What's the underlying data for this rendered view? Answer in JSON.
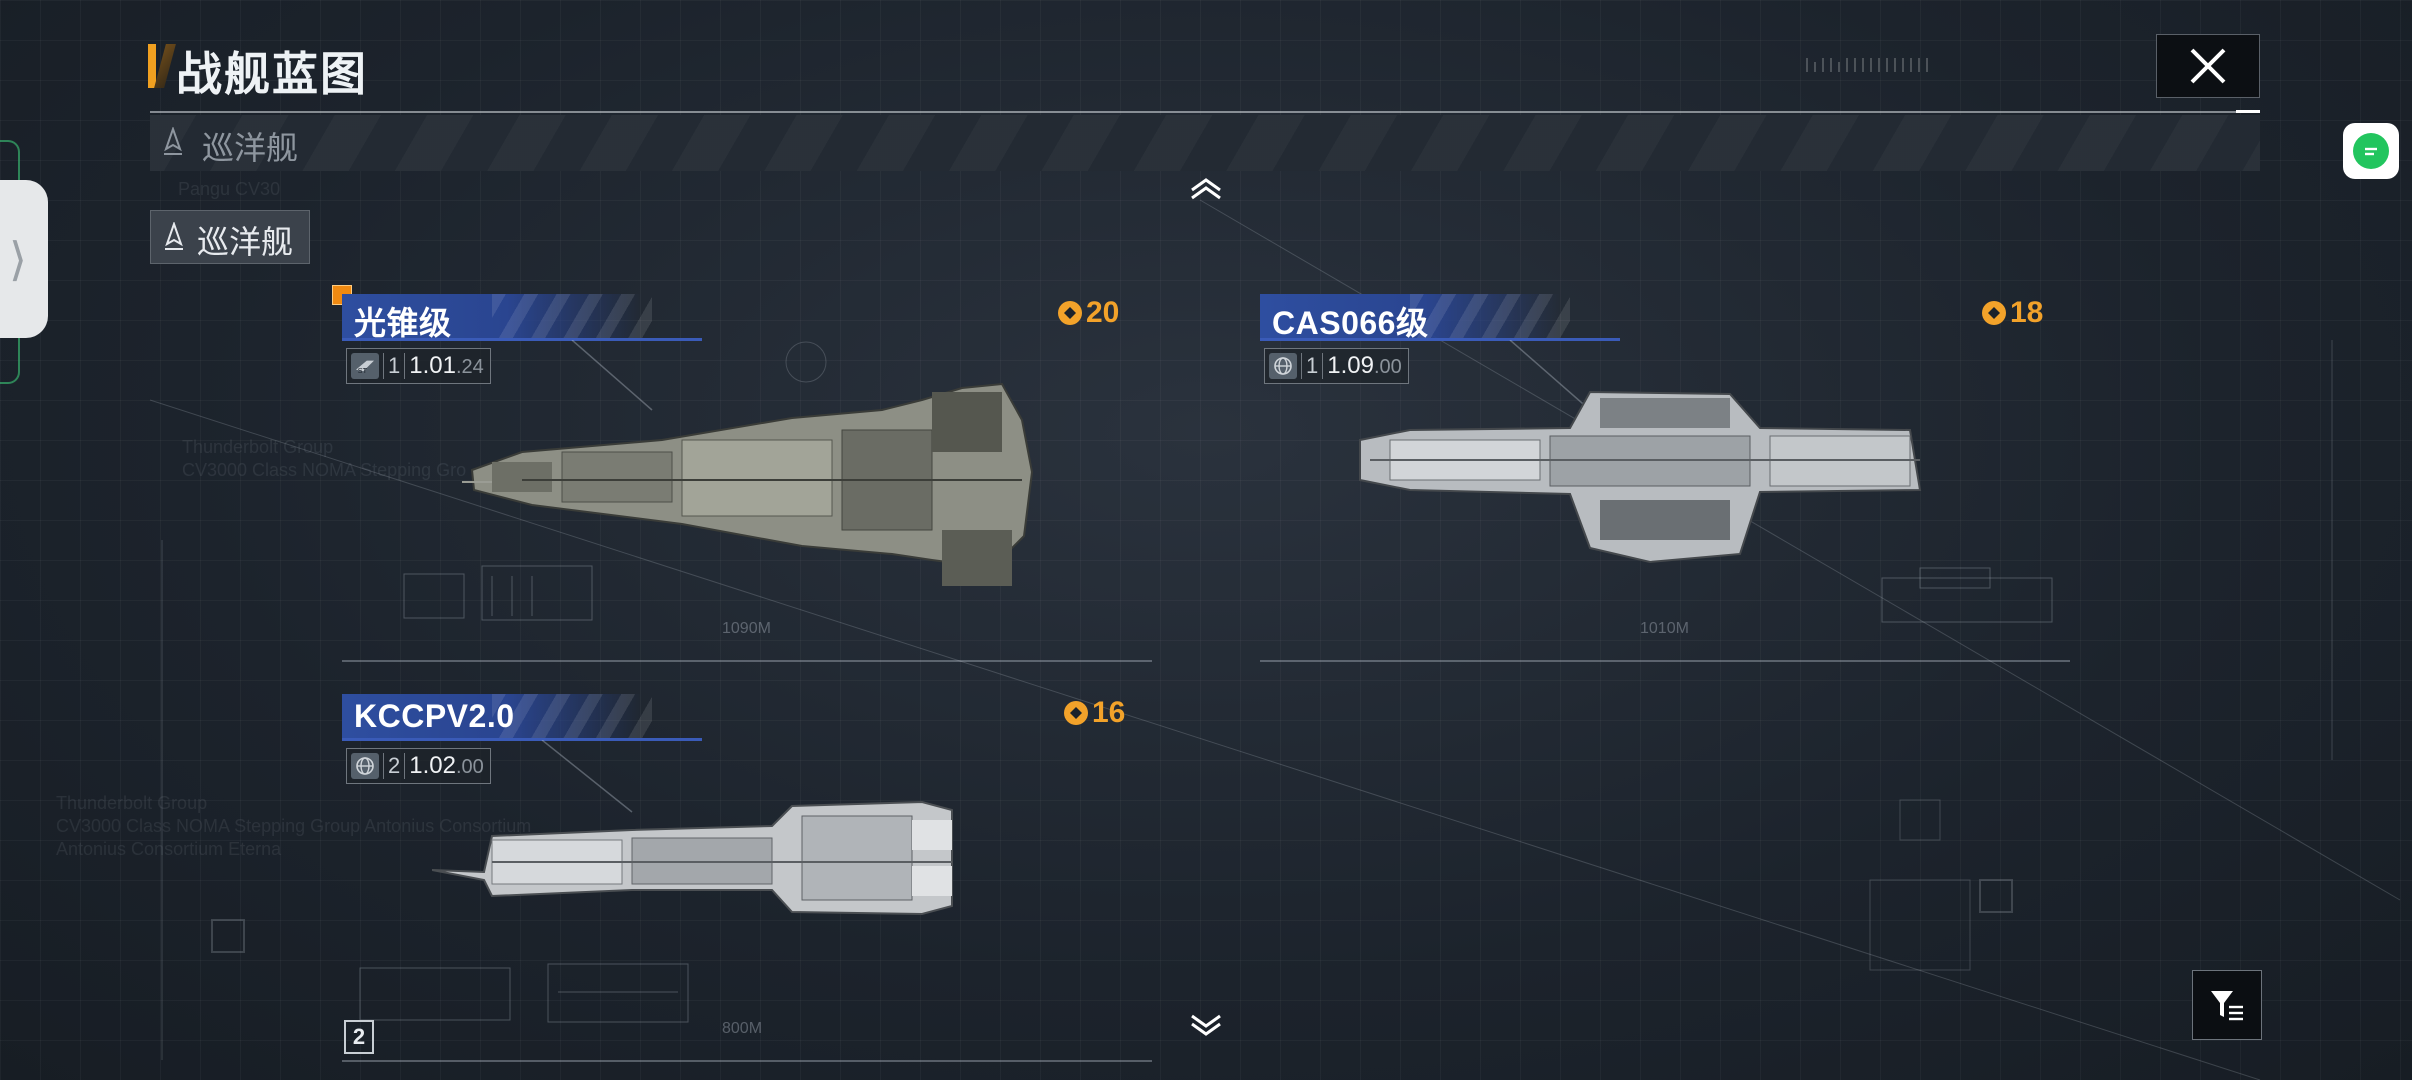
{
  "header": {
    "title": "战舰蓝图",
    "close_icon": "close-icon"
  },
  "category_bar": {
    "label": "巡洋舰",
    "icon": "ship-class-icon"
  },
  "filter_chip": {
    "label": "巡洋舰",
    "icon": "ship-class-icon"
  },
  "ships": [
    {
      "name": "光锥级",
      "points": "20",
      "stat_num": "1",
      "stat_major": "1.01",
      "stat_minor": ".24",
      "length_label": "1090M",
      "icon": "ship-faction-icon"
    },
    {
      "name": "CAS066级",
      "points": "18",
      "stat_num": "1",
      "stat_major": "1.09",
      "stat_minor": ".00",
      "length_label": "1010M",
      "icon": "globe-icon"
    },
    {
      "name": "KCCPV2.0",
      "points": "16",
      "stat_num": "2",
      "stat_major": "1.02",
      "stat_minor": ".00",
      "length_label": "800M",
      "icon": "globe-icon"
    }
  ],
  "count_badge": "2",
  "colors": {
    "accent_orange": "#f2a22a",
    "name_bar_blue": "#2e4ea0",
    "background": "#1b222b",
    "chat_green": "#22c55e"
  },
  "icons": {
    "up": "chevron-up-icon",
    "down": "chevron-down-icon",
    "left_tab": "chevron-right-icon",
    "chat": "chat-icon",
    "filter": "filter-icon",
    "points": "coin-icon"
  }
}
